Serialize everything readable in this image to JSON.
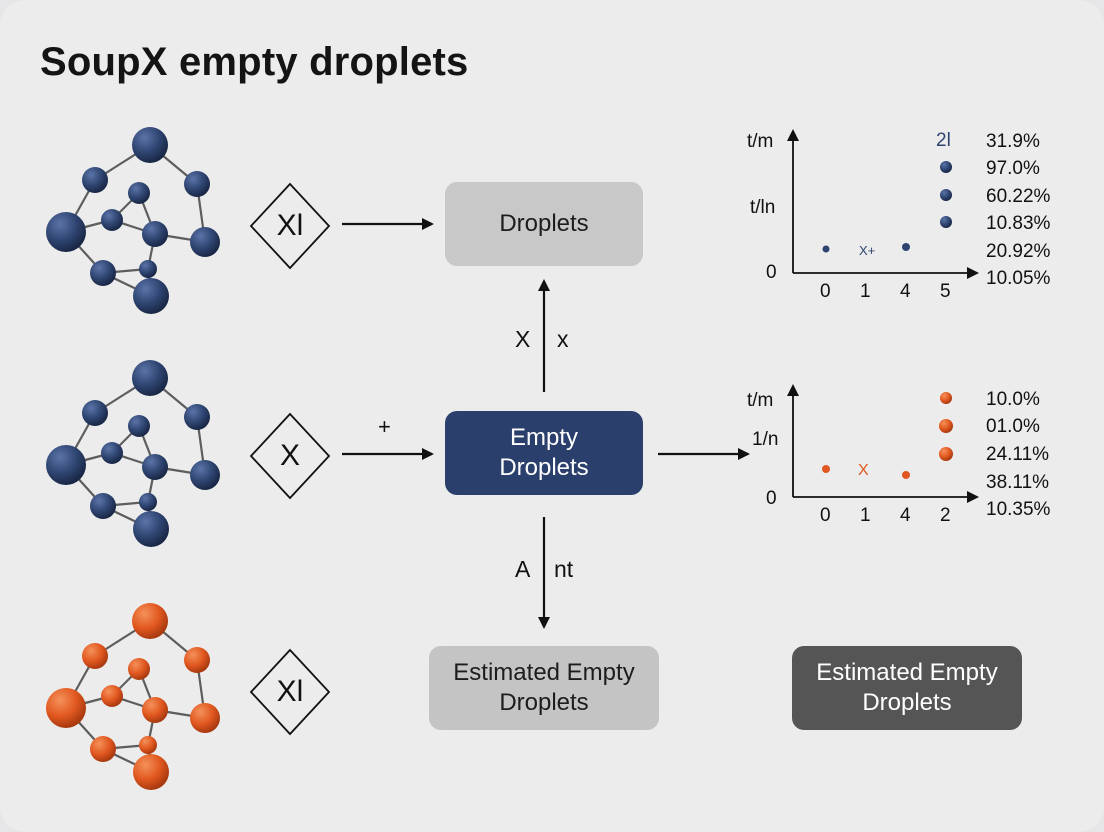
{
  "title": "SoupX empty droplets",
  "colors": {
    "navy": "#2b3f6c",
    "node_navy": "#2e4470",
    "node_orange": "#e0571f",
    "edge": "#5d5d5d"
  },
  "diamonds": [
    "Xl",
    "X",
    "Xl"
  ],
  "boxes": {
    "droplets": "Droplets",
    "empty_droplets": [
      "Empty",
      "Droplets"
    ],
    "estimated_empty_droplets": [
      "Estimated Empty",
      "Droplets"
    ],
    "estimated_empty_droplets_dark": [
      "Estimated Empty",
      "Droplets"
    ]
  },
  "arrow_labels": {
    "plus": "+",
    "up_left": "X",
    "up_right": "x",
    "down_left": "A",
    "down_right": "nt"
  },
  "chart_data": [
    {
      "type": "scatter",
      "y_ticks": [
        "t/m",
        "t/ln",
        "0"
      ],
      "categories": [
        "0",
        "1",
        "4",
        "5"
      ],
      "point_label": "X+",
      "legend_header": "2l",
      "percentages": [
        "31.9%",
        "97.0%",
        "60.22%",
        "10.83%",
        "20.92%",
        "10.05%"
      ],
      "color": "#2e4470"
    },
    {
      "type": "scatter",
      "y_ticks": [
        "t/m",
        "1/n",
        "0"
      ],
      "categories": [
        "0",
        "1",
        "4",
        "2"
      ],
      "point_label": "X",
      "percentages": [
        "10.0%",
        "01.0%",
        "24.11%",
        "38.11%",
        "10.35%"
      ],
      "color": "#e0571f"
    }
  ]
}
